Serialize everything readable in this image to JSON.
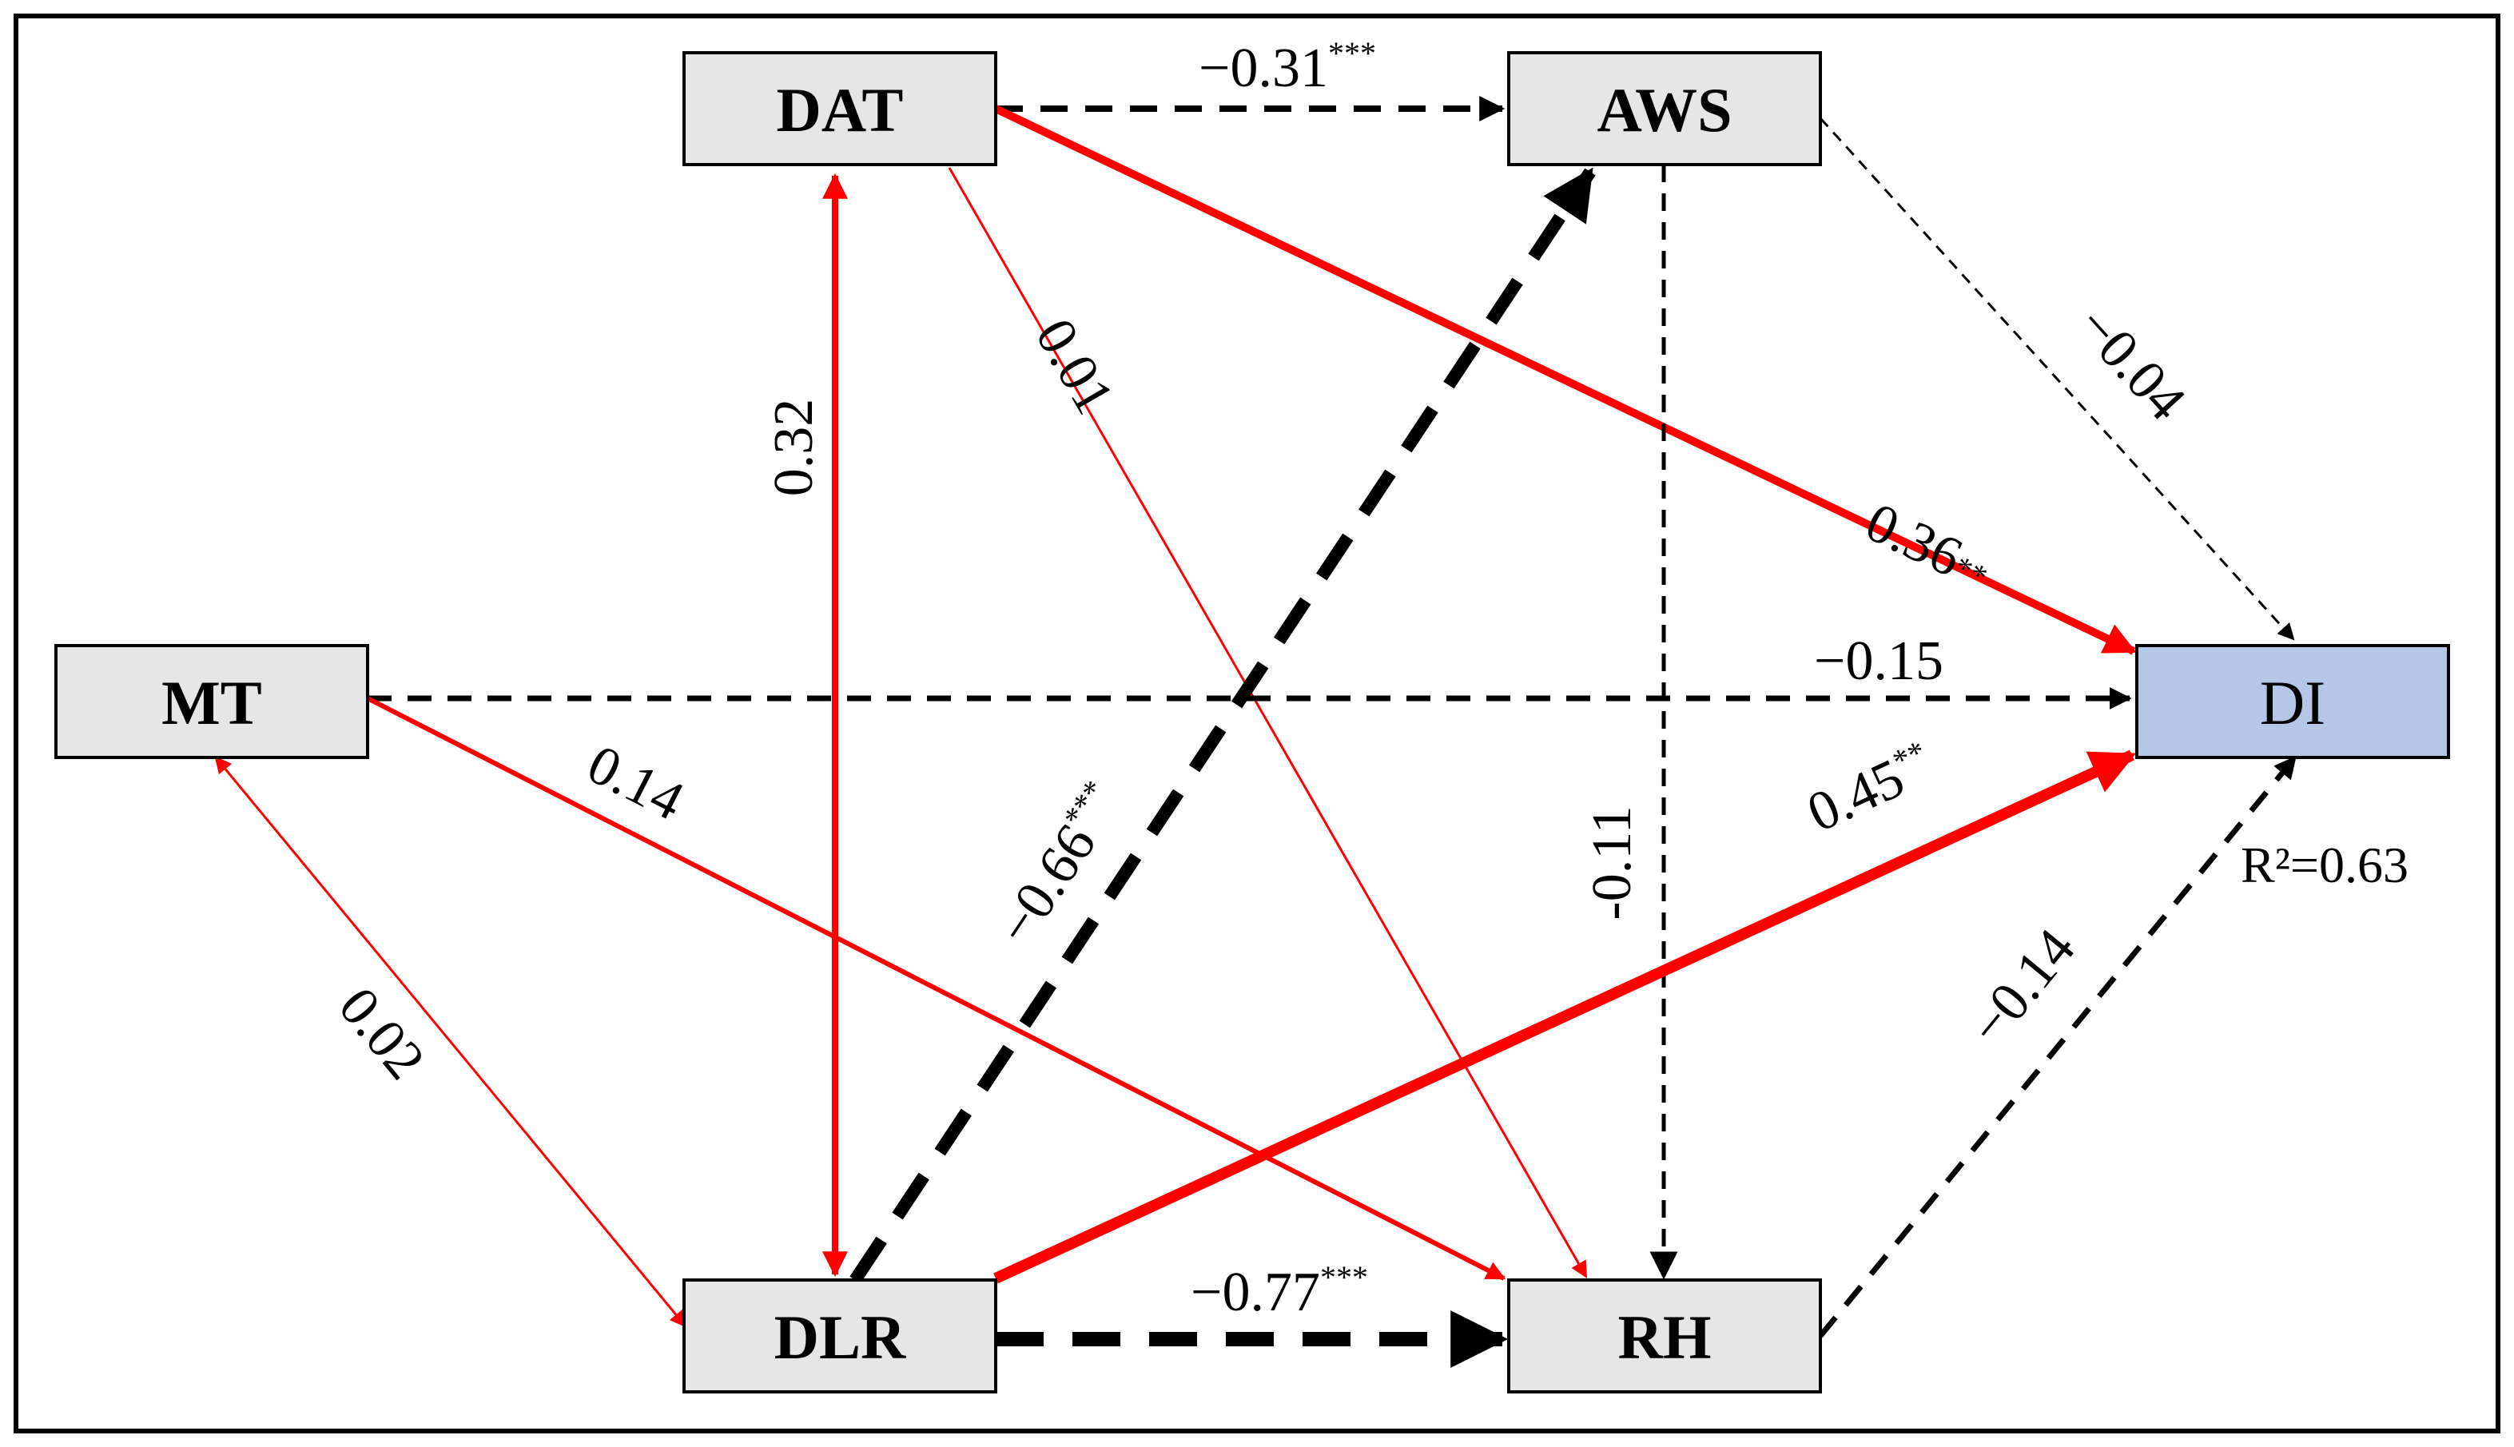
{
  "colors": {
    "positive": "#ff0000",
    "negative": "#000000",
    "node_fill": "#e6e6e6",
    "outcome_fill": "#b4c7e7",
    "border": "#000000"
  },
  "legend_note": "red solid = positive path, black dashed = negative path",
  "nodes": {
    "dat": "DAT",
    "aws": "AWS",
    "mt": "MT",
    "di": "DI",
    "dlr": "DLR",
    "rh": "RH"
  },
  "paths": {
    "dat_aws": {
      "value": "−0.31",
      "sig": "***"
    },
    "dat_dlr": {
      "value": "0.32",
      "sig": ""
    },
    "dat_rh": {
      "value": "0.01",
      "sig": ""
    },
    "dat_di": {
      "value": "0.36",
      "sig": "**"
    },
    "aws_di": {
      "value": "−0.04",
      "sig": ""
    },
    "aws_rh": {
      "value": "-0.11",
      "sig": ""
    },
    "mt_di": {
      "value": "−0.15",
      "sig": ""
    },
    "mt_rh": {
      "value": "0.14",
      "sig": ""
    },
    "mt_dlr": {
      "value": "0.02",
      "sig": ""
    },
    "dlr_aws": {
      "value": "−0.66",
      "sig": "***"
    },
    "dlr_di": {
      "value": "0.45",
      "sig": "**"
    },
    "dlr_rh": {
      "value": "−0.77",
      "sig": "***"
    },
    "rh_di": {
      "value": "−0.14",
      "sig": ""
    }
  },
  "r_squared": "R²=0.63"
}
